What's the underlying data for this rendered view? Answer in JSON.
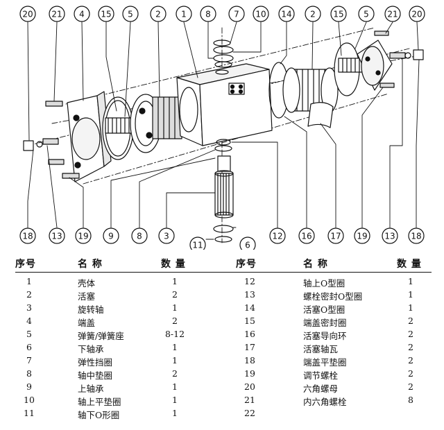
{
  "callouts_top": [
    "20",
    "21",
    "4",
    "15",
    "5",
    "2",
    "1",
    "8",
    "7",
    "10",
    "14",
    "2",
    "15",
    "5",
    "21",
    "20"
  ],
  "callouts_bottom": [
    "18",
    "13",
    "19",
    "9",
    "8",
    "3",
    "11",
    "6",
    "12",
    "16",
    "17",
    "19",
    "13",
    "18"
  ],
  "table": {
    "headers": {
      "no": "序号",
      "name": "名 称",
      "qty": "数 量"
    },
    "left_rows": [
      {
        "no": "1",
        "name": "壳体",
        "qty": "1"
      },
      {
        "no": "2",
        "name": "活塞",
        "qty": "2"
      },
      {
        "no": "3",
        "name": "旋转轴",
        "qty": "1"
      },
      {
        "no": "4",
        "name": "端盖",
        "qty": "2"
      },
      {
        "no": "5",
        "name": "弹簧/弹簧座",
        "qty": "8-12"
      },
      {
        "no": "6",
        "name": "下轴承",
        "qty": "1"
      },
      {
        "no": "7",
        "name": "弹性挡圈",
        "qty": "1"
      },
      {
        "no": "8",
        "name": "轴中垫圈",
        "qty": "2"
      },
      {
        "no": "9",
        "name": "上轴承",
        "qty": "1"
      },
      {
        "no": "10",
        "name": "轴上平垫圈",
        "qty": "1"
      },
      {
        "no": "11",
        "name": "轴下O形圈",
        "qty": "1"
      }
    ],
    "right_rows": [
      {
        "no": "12",
        "name": "轴上O型圈",
        "qty": "1"
      },
      {
        "no": "13",
        "name": "螺栓密封O型圈",
        "qty": "1"
      },
      {
        "no": "14",
        "name": "活塞O型圈",
        "qty": "1"
      },
      {
        "no": "15",
        "name": "端盖密封圈",
        "qty": "2"
      },
      {
        "no": "16",
        "name": "活塞导向环",
        "qty": "2"
      },
      {
        "no": "17",
        "name": "活塞轴瓦",
        "qty": "2"
      },
      {
        "no": "18",
        "name": "端盖平垫圈",
        "qty": "2"
      },
      {
        "no": "19",
        "name": "调节螺栓",
        "qty": "2"
      },
      {
        "no": "20",
        "name": "六角螺母",
        "qty": "2"
      },
      {
        "no": "21",
        "name": "内六角螺栓",
        "qty": "8"
      },
      {
        "no": "22",
        "name": "",
        "qty": ""
      }
    ]
  }
}
